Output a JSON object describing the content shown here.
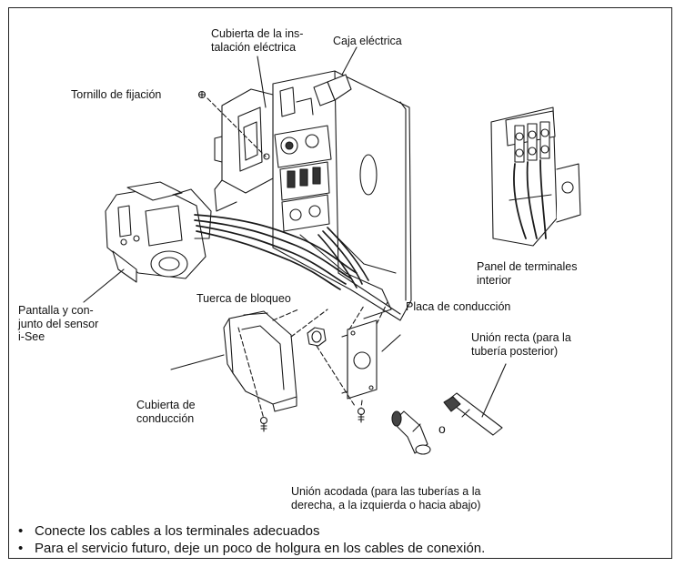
{
  "labels": {
    "cover_wiring": "Cubierta de la ins-\ntalación eléctrica",
    "electric_box": "Caja eléctrica",
    "fixing_screw": "Tornillo de fijación",
    "indoor_terminal_panel": "Panel de terminales\ninterior",
    "display_sensor": "Pantalla y con-\njunto del sensor\ni-See",
    "lock_nut": "Tuerca de bloqueo",
    "conduit_plate": "Placa de conducción",
    "straight_union": "Unión recta (para la\ntubería posterior)",
    "conduit_cover": "Cubierta de\nconducción",
    "or_marker": "o",
    "elbow_union": "Unión acodada (para las tuberías a la\nderecha, a la izquierda o hacia abajo)"
  },
  "notes": [
    "Conecte los cables a los terminales adecuados",
    "Para el servicio futuro, deje un poco de holgura en los cables de conexión."
  ],
  "bullet_symbol": "•"
}
